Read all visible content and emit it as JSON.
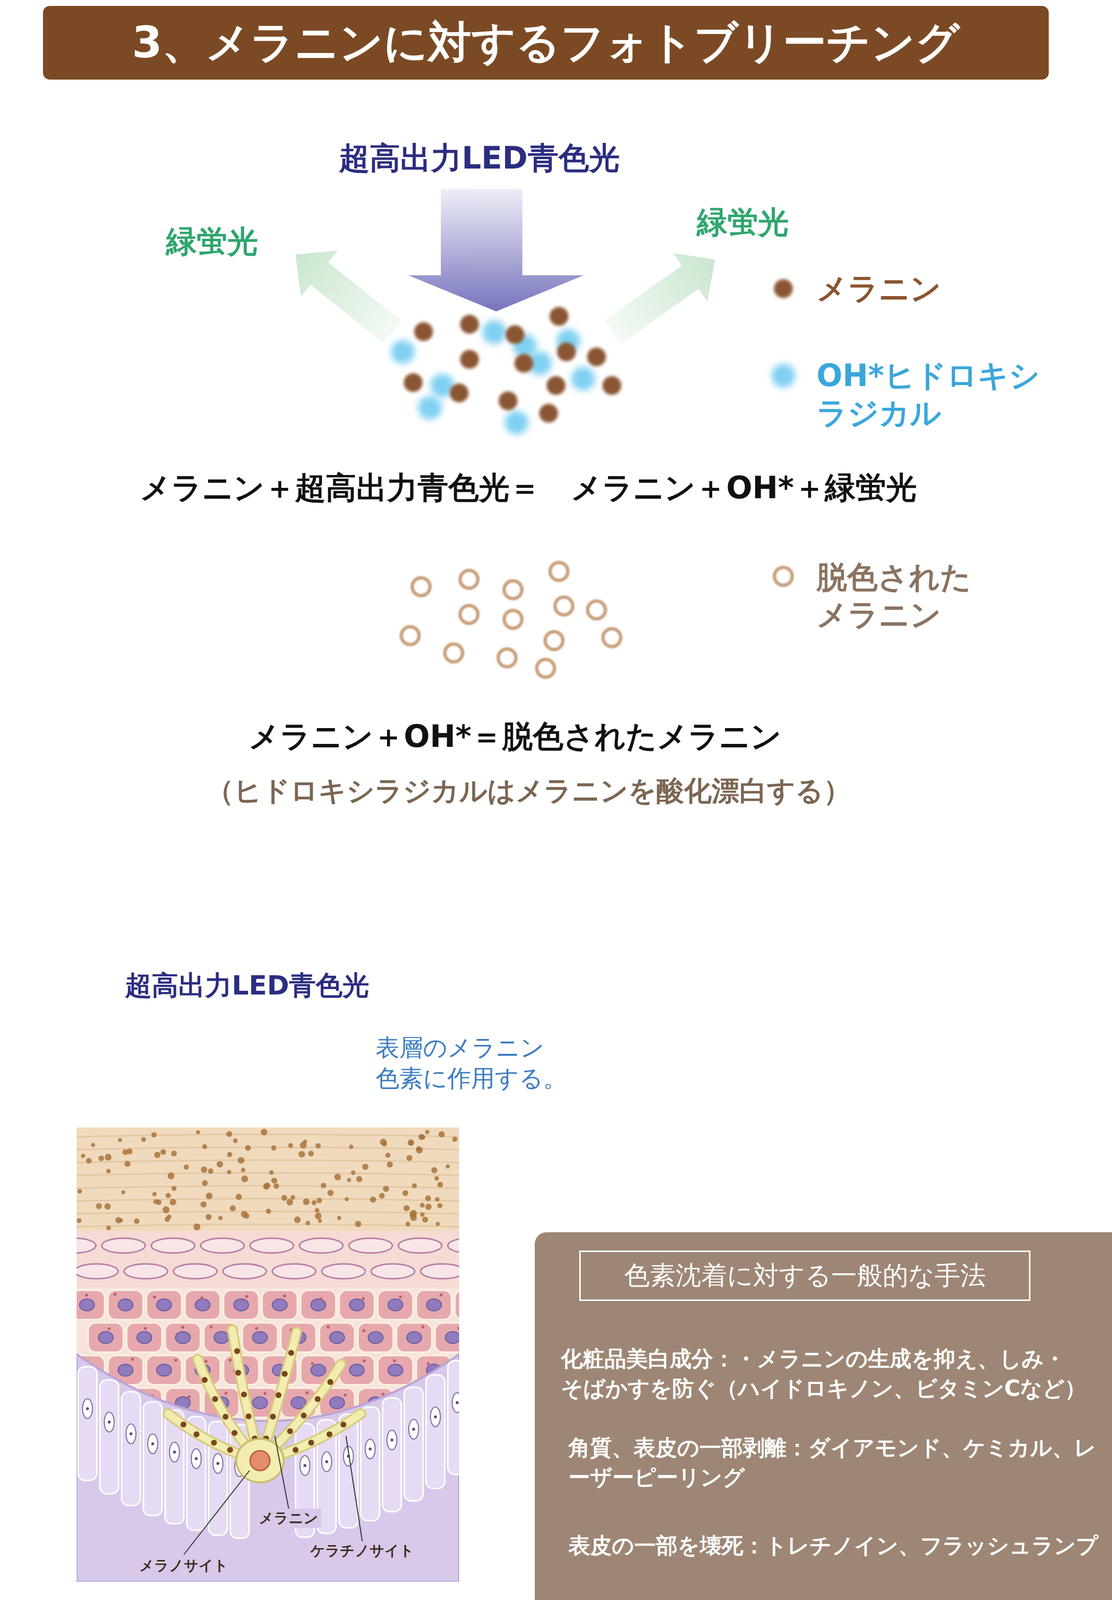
{
  "diagram": {
    "title": "3、メラニンに対するフォトブリーチング",
    "nodes": [
      {
        "text": [
          "化粧品美白成分：・メラニンの生成を抑え、しみ・ そばかすを防ぐ（ハイドロキノン、ビタミンCなど）",
          "角質、表皮の一部剥離：ダイアモンド、ケミカル、レ ーザーピーリング",
          "表皮の一部を壊死：トレチノイン、フラッシュランプ"
        ]
      },
      {
        "text": [
          "色素沈着に対する一般的な手法"
        ],
        "in": 0
      }
    ],
    "labels": [
      "超高出力LED青色光",
      "緑蛍光",
      "緑蛍光",
      "メラニン＋超高出力青色光＝　メラニン＋OH*＋緑蛍光",
      "メラニン＋OH*＝脱色されたメラニン",
      "（ヒドロキシラジカルはメラニンを酸化漂白する）",
      "超高出力LED青色光",
      "表層のメラニン 色素に作用する。",
      "メラニン",
      "メラノサイト",
      "ケラチノサイト"
    ],
    "legend": [
      {
        "text": "メラニン",
        "color": "#8a5530"
      },
      {
        "text": "OH*ヒドロキシ ラジカル",
        "color": "#7fd0f2"
      },
      {
        "text": "脱色された メラニン"
      }
    ]
  }
}
